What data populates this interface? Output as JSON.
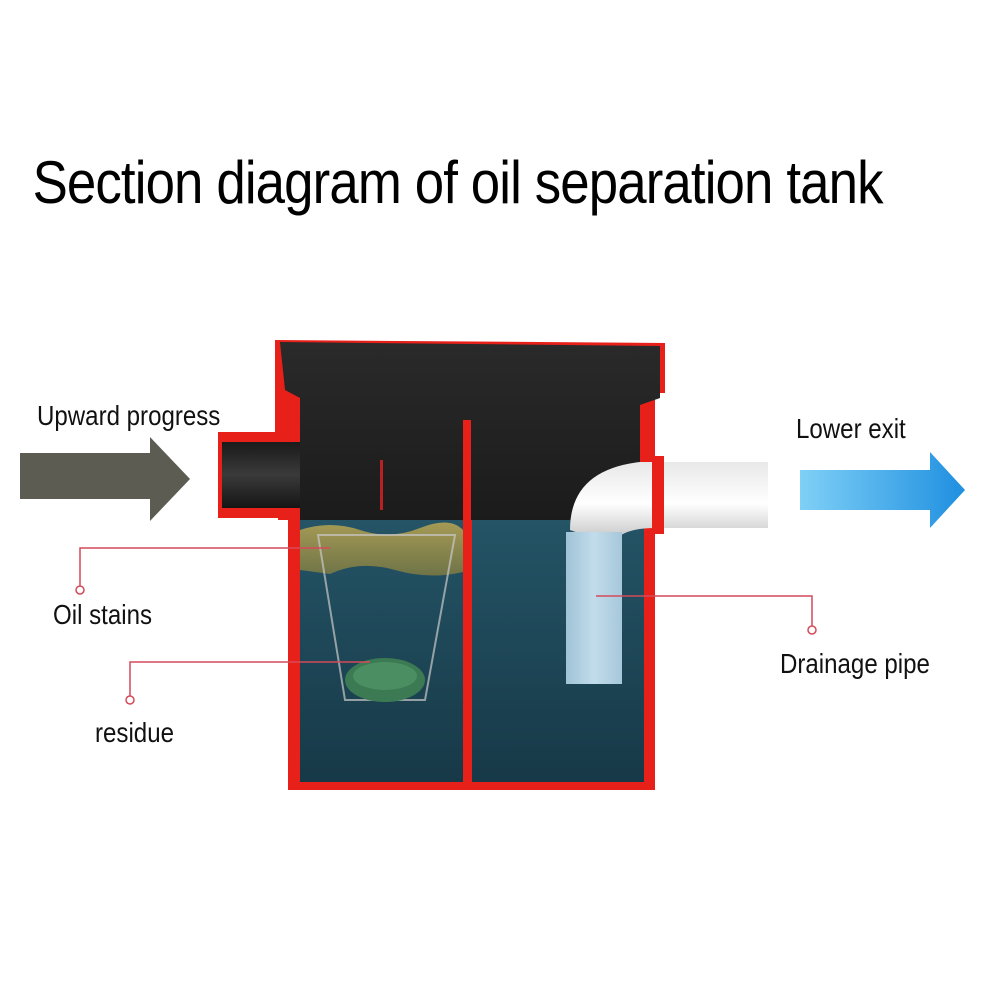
{
  "title": "Section diagram of oil separation tank",
  "labels": {
    "upward_progress": "Upward progress",
    "lower_exit": "Lower exit",
    "oil_stains": "Oil stains",
    "residue": "residue",
    "drainage_pipe": "Drainage pipe"
  },
  "colors": {
    "tank_wall": "#e8201a",
    "tank_body": "#232323",
    "water": "#1f4d5e",
    "oil_layer": "#8f8a50",
    "inlet_arrow": "#5c5c52",
    "outlet_arrow": "#2ea3ea",
    "leader_line": "#d44a5a"
  }
}
